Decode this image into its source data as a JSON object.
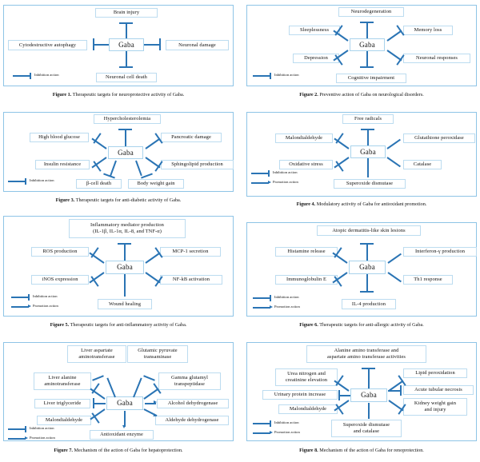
{
  "document": {
    "type": "figure-sheet",
    "topic": "Gaba therapeutic targets",
    "center_label": "Gaba"
  },
  "legend": {
    "inhibition": "Inhibition action",
    "promotion": "Promotion action"
  },
  "colors": {
    "connector": "#2a74b4",
    "box_border": "#bcdcf0",
    "frame_border": "#8ec4e6",
    "background": "#ffffff"
  },
  "figures": [
    {
      "id": "figure-1",
      "number": "Figure 1.",
      "caption": "Therapeutic targets for neuroprotective activity of Gaba.",
      "center": "Gaba",
      "legend_items": [
        "inhibition"
      ],
      "nodes": [
        {
          "label": "Brain injury",
          "relation": "inhibition",
          "position": "top"
        },
        {
          "label": "Cytodestructive autophagy",
          "relation": "inhibition",
          "position": "left"
        },
        {
          "label": "Neuronal damage",
          "relation": "inhibition",
          "position": "right"
        },
        {
          "label": "Neuronal cell death",
          "relation": "inhibition",
          "position": "bottom"
        }
      ]
    },
    {
      "id": "figure-2",
      "number": "Figure 2.",
      "caption": "Preventive action of Gaba on neurological disorders.",
      "center": "Gaba",
      "legend_items": [
        "inhibition"
      ],
      "nodes": [
        {
          "label": "Neurodegeneration",
          "relation": "inhibition",
          "position": "top"
        },
        {
          "label": "Sleeplessness",
          "relation": "inhibition",
          "position": "upper-left"
        },
        {
          "label": "Memory loss",
          "relation": "inhibition",
          "position": "upper-right"
        },
        {
          "label": "Depression",
          "relation": "inhibition",
          "position": "lower-left"
        },
        {
          "label": "Neuronal responses",
          "relation": "inhibition",
          "position": "lower-right"
        },
        {
          "label": "Cognitive impairment",
          "relation": "inhibition",
          "position": "bottom"
        }
      ]
    },
    {
      "id": "figure-3",
      "number": "Figure 3.",
      "caption": "Therapeutic targets for anti-diabetic activity of Gaba.",
      "center": "Gaba",
      "legend_items": [
        "inhibition"
      ],
      "nodes": [
        {
          "label": "Hypercholesterolemia",
          "relation": "inhibition",
          "position": "top"
        },
        {
          "label": "High blood glucose",
          "relation": "inhibition",
          "position": "upper-left"
        },
        {
          "label": "Pancreatic damage",
          "relation": "inhibition",
          "position": "upper-right"
        },
        {
          "label": "Insulin resistance",
          "relation": "inhibition",
          "position": "lower-left"
        },
        {
          "label": "Sphingolipid production",
          "relation": "inhibition",
          "position": "lower-right"
        },
        {
          "label": "β-cell death",
          "relation": "inhibition",
          "position": "bottom-left"
        },
        {
          "label": "Body weight gain",
          "relation": "inhibition",
          "position": "bottom-right"
        }
      ]
    },
    {
      "id": "figure-4",
      "number": "Figure 4.",
      "caption": "Modulatory activity of Gaba for antioxidant promotion.",
      "center": "Gaba",
      "legend_items": [
        "inhibition",
        "promotion"
      ],
      "nodes": [
        {
          "label": "Free radicals",
          "relation": "inhibition",
          "position": "top"
        },
        {
          "label": "Malondialdehyde",
          "relation": "inhibition",
          "position": "upper-left"
        },
        {
          "label": "Glutathione peroxidase",
          "relation": "promotion",
          "position": "upper-right"
        },
        {
          "label": "Oxidative stress",
          "relation": "inhibition",
          "position": "lower-left"
        },
        {
          "label": "Catalase",
          "relation": "promotion",
          "position": "lower-right"
        },
        {
          "label": "Superoxide dismutase",
          "relation": "promotion",
          "position": "bottom"
        }
      ]
    },
    {
      "id": "figure-5",
      "number": "Figure 5.",
      "caption": "Therapeutic targets for anti-inflammatory activity of Gaba.",
      "center": "Gaba",
      "legend_items": [
        "inhibition",
        "promotion"
      ],
      "nodes": [
        {
          "label": "Inflammatory mediator production\n(IL-1β, IL-1α, IL-8, and TNF-α)",
          "relation": "inhibition",
          "position": "top"
        },
        {
          "label": "ROS production",
          "relation": "inhibition",
          "position": "upper-left"
        },
        {
          "label": "MCP-1 secretion",
          "relation": "inhibition",
          "position": "upper-right"
        },
        {
          "label": "iNOS expression",
          "relation": "inhibition",
          "position": "lower-left"
        },
        {
          "label": "NF-kB activation",
          "relation": "inhibition",
          "position": "lower-right"
        },
        {
          "label": "Wound healing",
          "relation": "promotion",
          "position": "bottom"
        }
      ]
    },
    {
      "id": "figure-6",
      "number": "Figure 6.",
      "caption": "Therapeutic targets for anti-allergic activity of Gaba.",
      "center": "Gaba",
      "legend_items": [
        "inhibition",
        "promotion"
      ],
      "nodes": [
        {
          "label": "Atopic dermatitis-like skin lesions",
          "relation": "inhibition",
          "position": "top"
        },
        {
          "label": "Histamine release",
          "relation": "inhibition",
          "position": "upper-left"
        },
        {
          "label": "Interferon-γ production",
          "relation": "promotion",
          "position": "upper-right"
        },
        {
          "label": "Immunoglobulin E",
          "relation": "inhibition",
          "position": "lower-left"
        },
        {
          "label": "Th1 response",
          "relation": "promotion",
          "position": "lower-right"
        },
        {
          "label": "IL-4 production",
          "relation": "inhibition",
          "position": "bottom"
        }
      ]
    },
    {
      "id": "figure-7",
      "number": "Figure 7.",
      "caption": "Mechanism of the action of Gaba for hepatoprotection.",
      "center": "Gaba",
      "legend_items": [
        "inhibition",
        "promotion"
      ],
      "nodes": [
        {
          "label": "Liver aspartate\naminotransferase",
          "relation": "inhibition",
          "position": "top-left"
        },
        {
          "label": "Glutamic pyruvate\ntransaminase",
          "relation": "inhibition",
          "position": "top-right"
        },
        {
          "label": "Liver alanine\naminotransferase",
          "relation": "inhibition",
          "position": "upper-left"
        },
        {
          "label": "Gamma glutamyl\ntranspeptidase",
          "relation": "inhibition",
          "position": "upper-right"
        },
        {
          "label": "Liver triglyceride",
          "relation": "inhibition",
          "position": "left"
        },
        {
          "label": "Alcohol dehydrogenase",
          "relation": "promotion",
          "position": "right"
        },
        {
          "label": "Malondialdehyde",
          "relation": "inhibition",
          "position": "lower-left"
        },
        {
          "label": "Aldehyde dehydrogenase",
          "relation": "promotion",
          "position": "lower-right"
        },
        {
          "label": "Antioxidant enzyme",
          "relation": "promotion",
          "position": "bottom"
        }
      ]
    },
    {
      "id": "figure-8",
      "number": "Figure 8.",
      "caption": "Mechanism of the action of Gaba for renoprotection.",
      "center": "Gaba",
      "legend_items": [
        "inhibition",
        "promotion"
      ],
      "nodes": [
        {
          "label": "Alanine amino transferase and\naspartate amino transferase activities",
          "relation": "inhibition",
          "position": "top"
        },
        {
          "label": "Urea nitrogen and\ncreatinine elevation",
          "relation": "inhibition",
          "position": "upper-left"
        },
        {
          "label": "Lipid peroxidation",
          "relation": "inhibition",
          "position": "upper-right"
        },
        {
          "label": "Urinary protein increase",
          "relation": "inhibition",
          "position": "left"
        },
        {
          "label": "Acute tubular necrosis",
          "relation": "inhibition",
          "position": "right"
        },
        {
          "label": "Malondialdehyde",
          "relation": "inhibition",
          "position": "lower-left"
        },
        {
          "label": "Kidney weight gain\nand injury",
          "relation": "inhibition",
          "position": "lower-right"
        },
        {
          "label": "Superoxide dismutase\nand catalase",
          "relation": "promotion",
          "position": "bottom"
        }
      ]
    }
  ]
}
